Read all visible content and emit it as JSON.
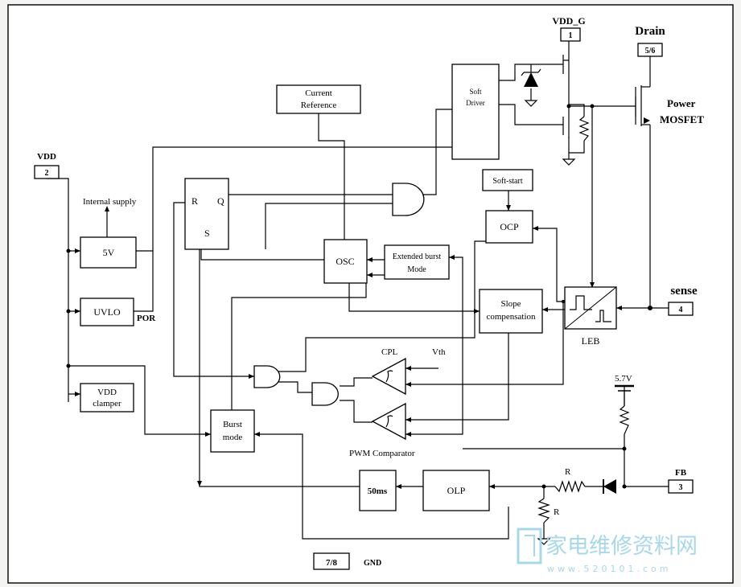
{
  "pins": {
    "vdd_g": {
      "label": "VDD_G",
      "num": "1"
    },
    "drain": {
      "label": "Drain",
      "num": "5/6"
    },
    "vdd": {
      "label": "VDD",
      "num": "2"
    },
    "sense": {
      "label": "sense",
      "num": "4"
    },
    "fb": {
      "label": "FB",
      "num": "3"
    },
    "gnd": {
      "label": "GND",
      "num": "7/8"
    }
  },
  "blocks": {
    "current_reference": [
      "Current",
      "Reference"
    ],
    "soft_driver": [
      "Soft",
      "Driver"
    ],
    "five_v": "5V",
    "uvlo": "UVLO",
    "vdd_clamper": [
      "VDD",
      "clamper"
    ],
    "rs_r": "R",
    "rs_q": "Q",
    "rs_s": "S",
    "osc": "OSC",
    "extended_burst": [
      "Extended burst",
      "Mode"
    ],
    "soft_start": "Soft-start",
    "ocp": "OCP",
    "slope_comp": [
      "Slope",
      "compensation"
    ],
    "leb": "LEB",
    "burst_mode": [
      "Burst",
      "mode"
    ],
    "fifty_ms": "50ms",
    "olp": "OLP"
  },
  "labels": {
    "power_mosfet": [
      "Power",
      "MOSFET"
    ],
    "internal_supply": "Internal supply",
    "por": "POR",
    "cpl": "CPL",
    "vth": "Vth",
    "pwm_comparator": "PWM Comparator",
    "v57": "5.7V",
    "r1": "R",
    "r2": "R"
  },
  "watermark": {
    "text": "家电维修资料网",
    "sub": "www.520101.com"
  }
}
